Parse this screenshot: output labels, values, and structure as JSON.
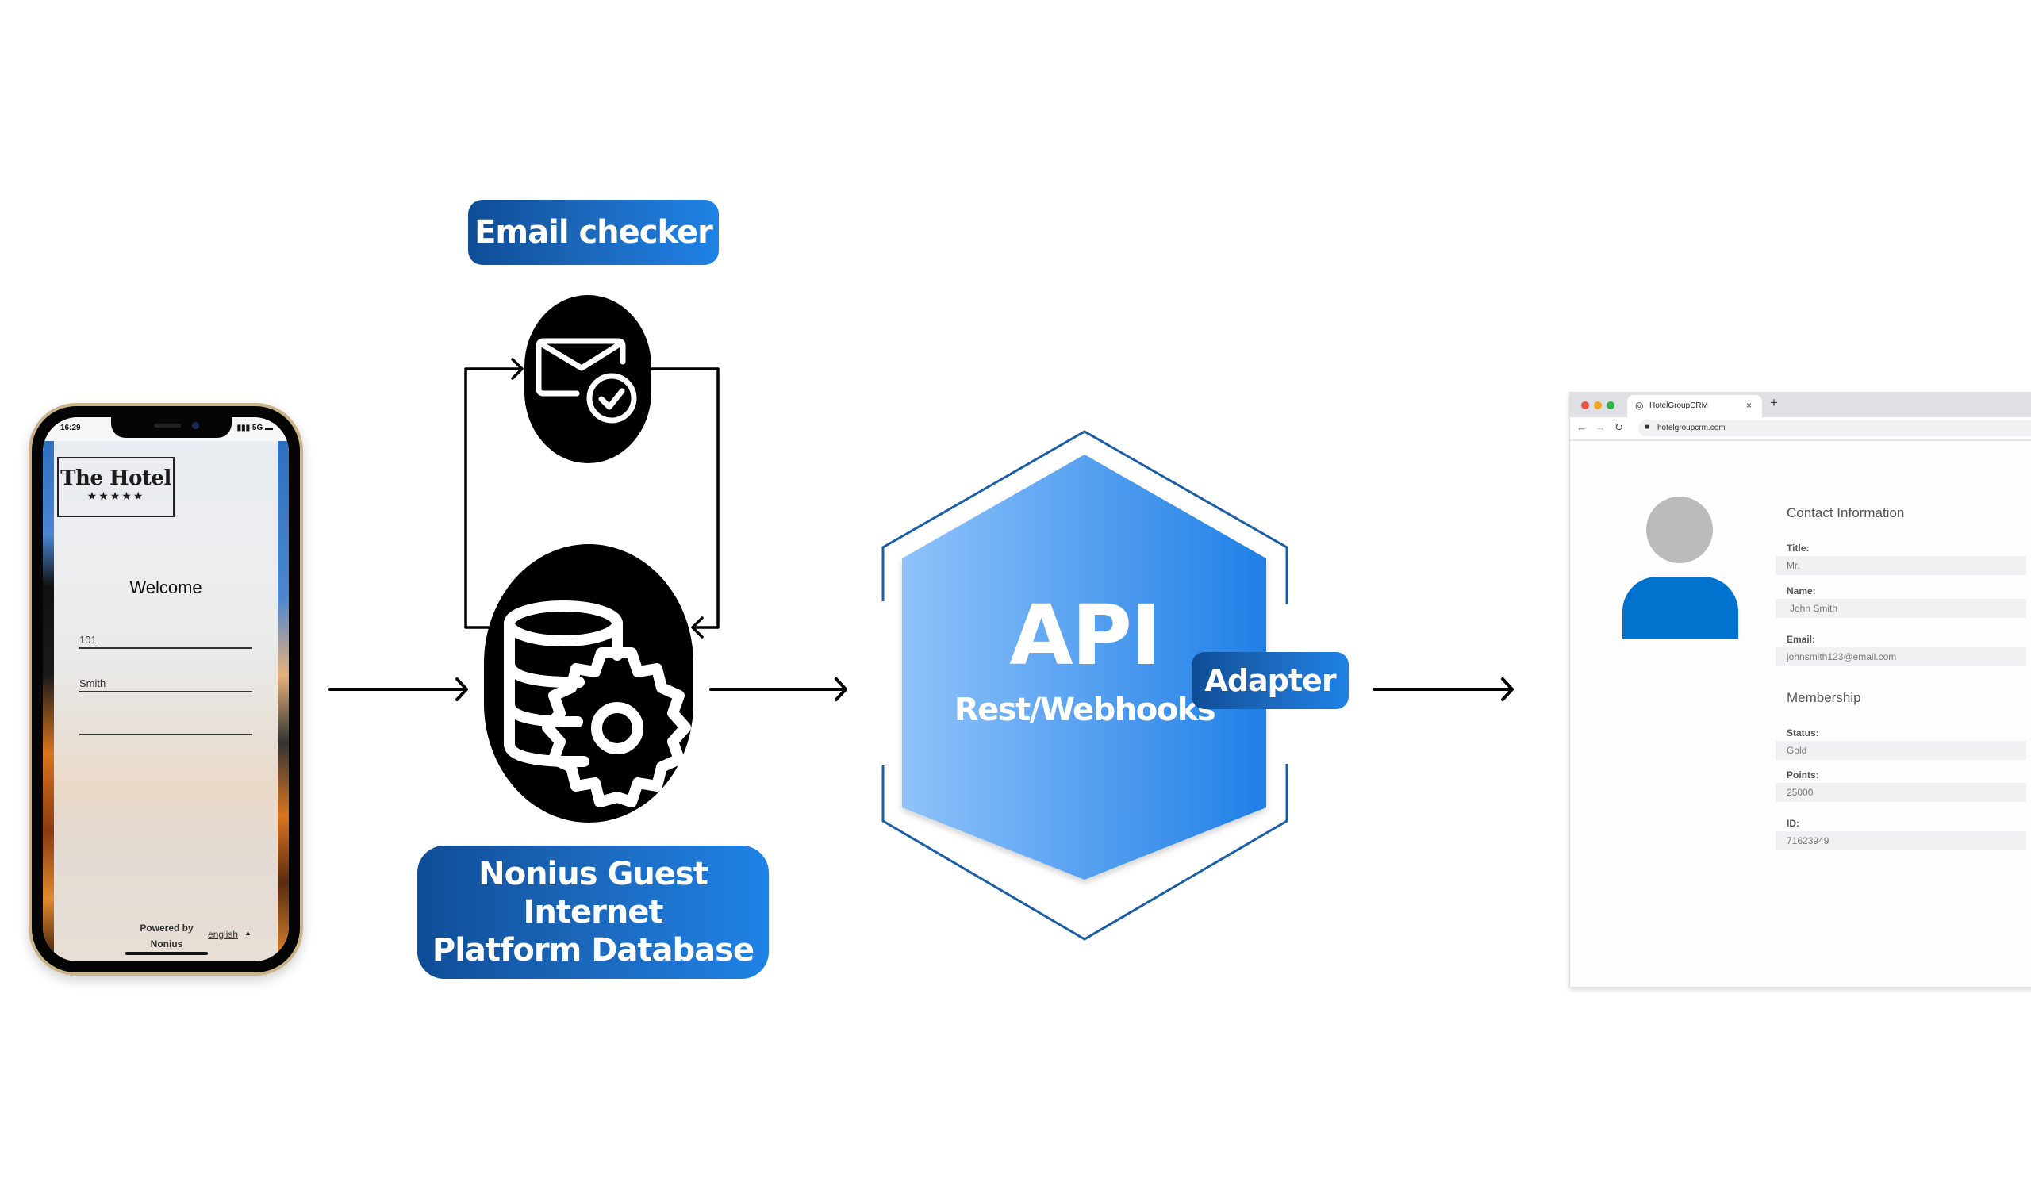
{
  "phone": {
    "status_time": "16:29",
    "status_right": "▮▮▮ 5G ▬",
    "logo_title": "The Hotel",
    "logo_stars": "★★★★★",
    "welcome": "Welcome",
    "fields": [
      {
        "value": "101"
      },
      {
        "value": "Smith"
      },
      {
        "value": ""
      }
    ],
    "powered_by": "Powered by",
    "powered_name": "Nonius",
    "language": "english",
    "language_caret": "▲"
  },
  "labels": {
    "email_checker": "Email checker",
    "database_line1": "Nonius Guest Internet",
    "database_line2": "Platform Database",
    "api_title": "API",
    "api_subtitle": "Rest/Webhooks",
    "adapter": "Adapter"
  },
  "icons": {
    "email_check": "email-check-icon",
    "database_gear": "database-gear-icon"
  },
  "browser": {
    "tab_title": "HotelGroupCRM",
    "tab_icon": "◎",
    "tab_close": "×",
    "new_tab": "+",
    "back": "←",
    "forward": "→",
    "reload": "↻",
    "lock": "■",
    "url": "hotelgroupcrm.com",
    "traffic_lights": [
      "#e5534b",
      "#f4a623",
      "#2fb344"
    ],
    "contact_title": "Contact Information",
    "contact_fields": [
      {
        "label": "Title:",
        "value": "Mr."
      },
      {
        "label": "Name:",
        "value": "John Smith"
      },
      {
        "label": "Email:",
        "value": "johnsmith123@email.com"
      }
    ],
    "membership_title": "Membership",
    "membership_fields": [
      {
        "label": "Status:",
        "value": "Gold"
      },
      {
        "label": "Points:",
        "value": "25000"
      },
      {
        "label": "ID:",
        "value": "71623949"
      }
    ]
  },
  "colors": {
    "pill_dark": "#0e4d97",
    "pill_light": "#1f82e6",
    "hex_light": "#8fc3fb",
    "hex_dark": "#1f7fe6",
    "hex_outline": "#1a5ea8",
    "avatar_body": "#0073cf"
  }
}
